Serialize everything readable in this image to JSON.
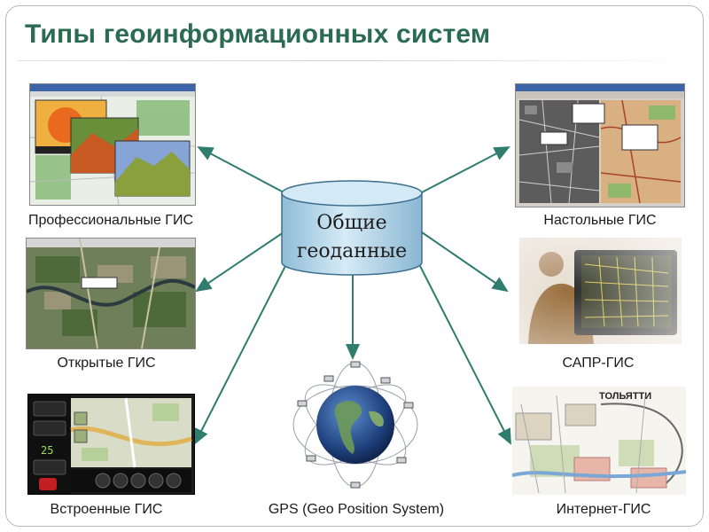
{
  "title": "Типы геоинформационных систем",
  "center": {
    "line1": "Общие",
    "line2": "геоданные"
  },
  "items": [
    {
      "label": "Профессиональные ГИС"
    },
    {
      "label": "Открытые ГИС"
    },
    {
      "label": "Встроенные ГИС"
    },
    {
      "label": "GPS (Geo Position System)"
    },
    {
      "label": "Настольные ГИС"
    },
    {
      "label": "САПР-ГИС"
    },
    {
      "label": "Интернет-ГИС"
    }
  ],
  "embedded_map_texts": {
    "city": "ТОЛЬЯТТИ",
    "clock": "25"
  },
  "colors": {
    "title": "#2a6b52",
    "arrow": "#2e7d6e",
    "cylinder_top": "#cfe6f3",
    "cylinder_body": "#a9cde4"
  }
}
